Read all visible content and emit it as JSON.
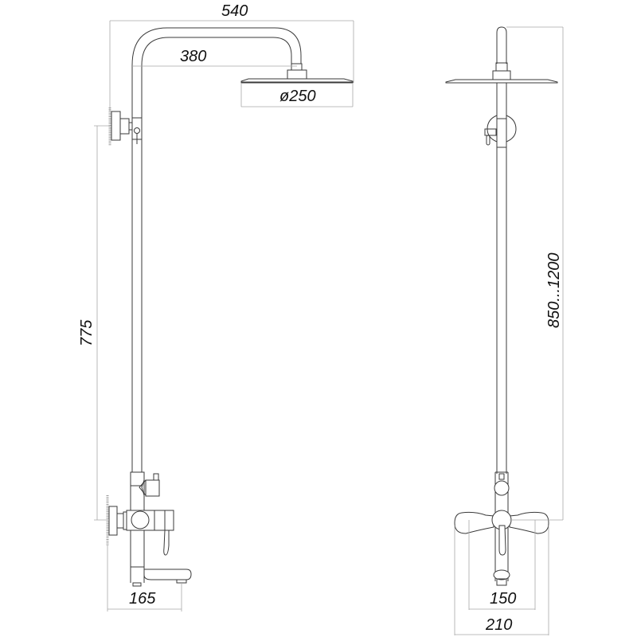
{
  "drawing": {
    "title": "Shower system dimensional drawing",
    "views": [
      {
        "name": "side-view"
      },
      {
        "name": "front-view"
      }
    ],
    "colors": {
      "line": "#3a3a3a",
      "dimension_line": "#a8a8a8",
      "text": "#111111",
      "background": "#ffffff"
    }
  },
  "dimensions": {
    "overall_reach": "540",
    "arm_length": "380",
    "head_diameter": "ø250",
    "mixer_to_holder": "775",
    "spout_reach": "165",
    "height_range": "850...1200",
    "inlet_spacing": "150",
    "mixer_width": "210"
  }
}
